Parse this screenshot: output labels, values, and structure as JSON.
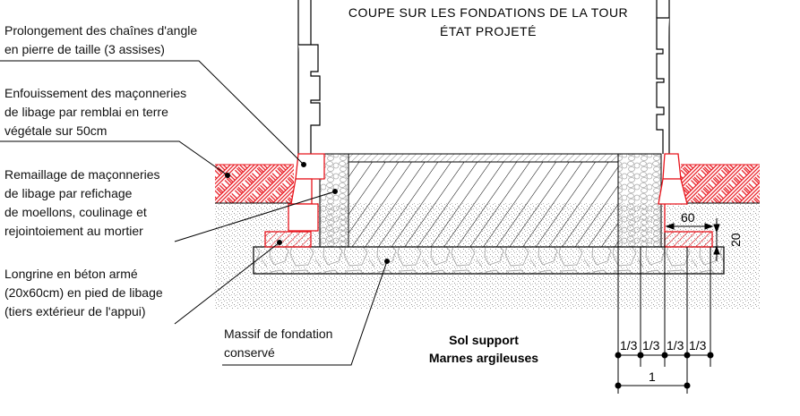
{
  "title": {
    "line1": "COUPE SUR LES FONDATIONS DE LA TOUR",
    "line2": "ÉTAT PROJETÉ"
  },
  "annotations": [
    "Prolongement des chaînes d'angle\nen pierre de taille (3 assises)",
    "Enfouissement des maçonneries\nde libage par remblai en terre\nvégétale sur 50cm",
    "Remaillage de maçonneries\nde libage par refichage\nde moellons, coulinage et\nrejointoiement au mortier",
    "Longrine en béton armé\n(20x60cm) en pied de libage\n(tiers extérieur de l'appui)",
    "Massif de fondation\nconservé"
  ],
  "soil": {
    "line1": "Sol support",
    "line2": "Marnes argileuses"
  },
  "dimensions": {
    "width": "60",
    "height": "20",
    "thirds": [
      "1/3",
      "1/3",
      "1/3",
      "1/3"
    ],
    "unit": "1"
  },
  "colors": {
    "red": "#e8141c",
    "gray": "#999999"
  }
}
